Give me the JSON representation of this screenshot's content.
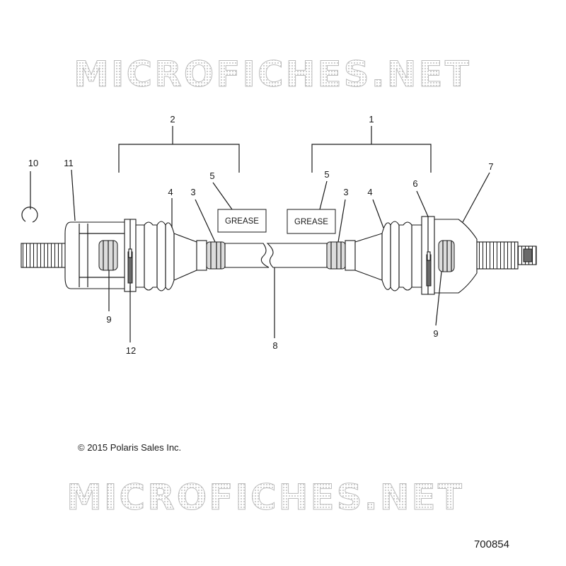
{
  "watermark": {
    "text": "MICROFICHES.NET"
  },
  "callouts": {
    "c1": "1",
    "c2": "2",
    "c3_left": "3",
    "c3_right": "3",
    "c4_left": "4",
    "c4_right": "4",
    "c5_left": "5",
    "c5_right": "5",
    "c6": "6",
    "c7": "7",
    "c8": "8",
    "c9_left": "9",
    "c9_right": "9",
    "c10": "10",
    "c11": "11",
    "c12": "12"
  },
  "grease_labels": {
    "left": "GREASE",
    "right": "GREASE"
  },
  "copyright": "© 2015 Polaris Sales Inc.",
  "part_number": "700854"
}
